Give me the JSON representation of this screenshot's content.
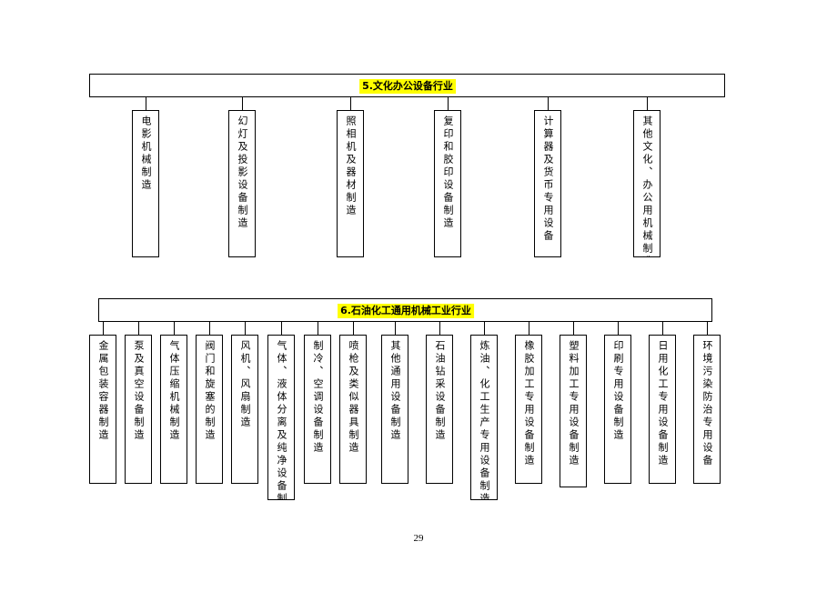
{
  "section5": {
    "title": "5.文化办公设备行业",
    "items": [
      "电影机械制造",
      "幻灯及投影设备制造",
      "照相机及器材制造",
      "复印和胶印设备制造",
      "计算器及货币专用设备",
      "其他文化、办公用机械制造"
    ]
  },
  "section6": {
    "title": "6.石油化工通用机械工业行业",
    "items": [
      "金属包装容器制造",
      "泵及真空设备制造",
      "气体压缩机械制造",
      "阀门和旋塞的制造",
      "风机、风扇制造",
      "气体、液体分离及纯净设备制造",
      "制冷、空调设备制造",
      "喷枪及类似器具制造",
      "其他通用设备制造",
      "石油钻采设备制造",
      "炼油、化工生产专用设备制造",
      "橡胶加工专用设备制造",
      "塑料加工专用设备制造",
      "印刷专用设备制造",
      "日用化工专用设备制造",
      "环境污染防治专用设备"
    ]
  },
  "page_number": "29"
}
